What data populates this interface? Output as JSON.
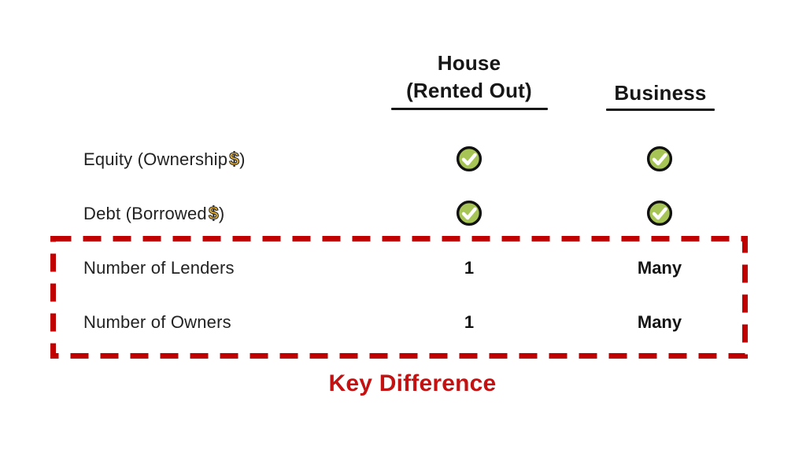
{
  "header": {
    "house_title_line1": "House",
    "house_title_line2": "(Rented Out)",
    "business_title": "Business"
  },
  "rows": [
    {
      "label_prefix": "Equity (Ownership",
      "dollar": "$",
      "label_suffix": ")",
      "house": "check",
      "business": "check"
    },
    {
      "label_prefix": "Debt (Borrowed",
      "dollar": "$",
      "label_suffix": ")",
      "house": "check",
      "business": "check"
    },
    {
      "label": "Number of Lenders",
      "house": "1",
      "business": "Many"
    },
    {
      "label": "Number of Owners",
      "house": "1",
      "business": "Many"
    }
  ],
  "annotation": {
    "key_difference": "Key Difference"
  },
  "colors": {
    "background": "#ffffff",
    "text": "#1c1c1c",
    "check_fill_green": "#a7c557",
    "check_border": "#111111",
    "check_mark": "#ffffff",
    "dollar_gold": "#f2b72e",
    "dashed_box_red": "#c00000",
    "key_difference_red": "#c41212"
  }
}
